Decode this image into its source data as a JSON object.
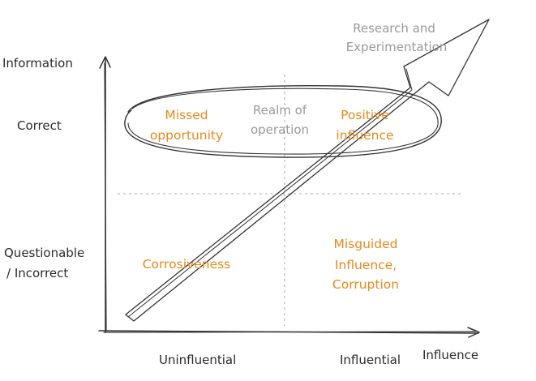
{
  "axes": {
    "y_title": "Information",
    "x_title": "Influence",
    "y_ticks": {
      "top": "Correct",
      "bottom_lines": [
        "Questionable",
        "/ Incorrect"
      ]
    },
    "x_ticks": {
      "left": "Uninfluential",
      "right": "Influential"
    }
  },
  "quadrants": {
    "top_left_lines": [
      "Missed",
      "opportunity"
    ],
    "top_middle_lines": [
      "Realm of",
      "operation"
    ],
    "top_right_lines": [
      "Positive",
      "influence"
    ],
    "bottom_left": "Corrosiveness",
    "bottom_right_lines": [
      "Misguided",
      "Influence,",
      "Corruption"
    ]
  },
  "arrow_label_lines": [
    "Research and",
    "Experimentation"
  ],
  "colors": {
    "axis_ink": "#333333",
    "quadrant_text": "#e8891c",
    "muted_text": "#9a9a9a",
    "guide_lines": "#c8c8c8"
  }
}
